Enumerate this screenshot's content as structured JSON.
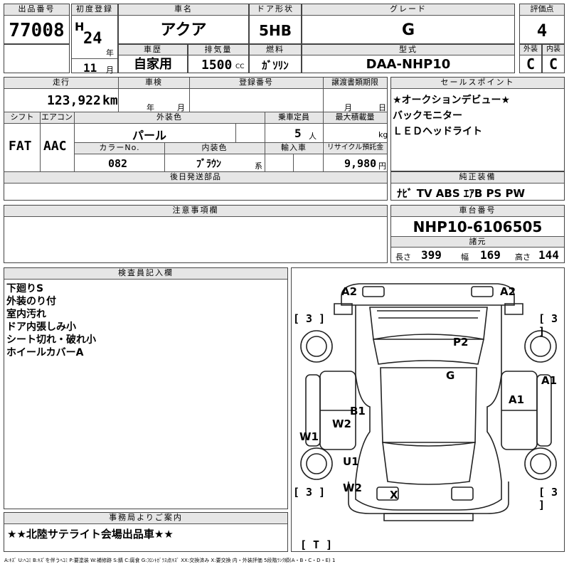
{
  "header": {
    "lot_no_label": "出品番号",
    "lot_no": "77008",
    "first_reg_label": "初度登録",
    "era": "H",
    "year": "24",
    "year_unit": "年",
    "month": "11",
    "month_unit": "月",
    "car_name_label": "車名",
    "car_name": "アクア",
    "door_label": "ドア形状",
    "door": "5HB",
    "grade_label": "グレード",
    "grade": "G",
    "score_label": "評価点",
    "score": "4",
    "history_label": "車歴",
    "history": "自家用",
    "displacement_label": "排気量",
    "displacement": "1500",
    "displacement_unit": "CC",
    "fuel_label": "燃料",
    "fuel": "ｶﾞｿﾘﾝ",
    "model_label": "型式",
    "model": "DAA-NHP10",
    "exterior_label": "外装",
    "exterior": "C",
    "interior_label": "内装",
    "interior": "C"
  },
  "spec": {
    "mileage_label": "走行",
    "mileage": "123,922",
    "mileage_unit": "km",
    "inspection_label": "車検",
    "inspection_year_unit": "年",
    "inspection_month_unit": "月",
    "reg_no_label": "登録番号",
    "transfer_label": "譲渡書類期限",
    "transfer_month_unit": "月",
    "transfer_day_unit": "日",
    "shift_label": "シフト",
    "shift": "FAT",
    "ac_label": "エアコン",
    "ac": "AAC",
    "ext_color_label": "外装色",
    "ext_color": "パール",
    "capacity_label": "乗車定員",
    "capacity": "5",
    "capacity_unit": "人",
    "max_load_label": "最大積載量",
    "max_load_unit": "kg",
    "color_no_label": "カラーNo.",
    "color_no": "082",
    "int_color_label": "内装色",
    "int_color": "ﾌﾞﾗｳﾝ",
    "int_color_unit": "系",
    "import_label": "輸入車",
    "recycle_label": "リサイクル預託金",
    "recycle": "9,980",
    "recycle_unit": "円",
    "later_parts_label": "後日発送部品"
  },
  "sales_points": {
    "label": "セールスポイント",
    "items": [
      "★オークションデビュー★",
      "バックモニター",
      "ＬＥＤヘッドライト"
    ]
  },
  "equipment": {
    "label": "純正装備",
    "value": "ﾅﾋﾞ TV ABS ｴｱB PS PW"
  },
  "notes": {
    "label": "注意事項欄"
  },
  "chassis": {
    "label": "車台番号",
    "value": "NHP10-6106505",
    "dims_label": "諸元",
    "length_label": "長さ",
    "length": "399",
    "width_label": "幅",
    "width": "169",
    "height_label": "高さ",
    "height": "144"
  },
  "inspector": {
    "label": "検査員記入欄",
    "lines": [
      "下廻りS",
      "外装のり付",
      "室内汚れ",
      "ドア内張しみ小",
      "シート切れ・破れ小",
      "ホイールカバーA"
    ]
  },
  "office": {
    "label": "事務局よりご案内",
    "message": "★★北陸サテライト会場出品車★★"
  },
  "diagram": {
    "marks": [
      "A2",
      "A2",
      "P2",
      "G",
      "A1",
      "A1",
      "B1",
      "W2",
      "W1",
      "U1",
      "W2",
      "X"
    ],
    "tires": [
      "[ 3 ]",
      "[ 3 ]",
      "[ 3 ]",
      "[ 3 ]",
      "[ T ]"
    ]
  },
  "legend": "A:ｷｽﾞ U:ﾍｺﾐ B:ｷｽﾞを伴うﾍｺﾐ P:要塗装 W:補修跡 S:錆 C:腐食 G:ﾌﾛﾝﾄｶﾞﾗｽ点ｷｽﾞ XX:交換済み X:要交換 内・外装評価 5段階ﾗﾝｸ順(A・B・C・D・E) 1"
}
